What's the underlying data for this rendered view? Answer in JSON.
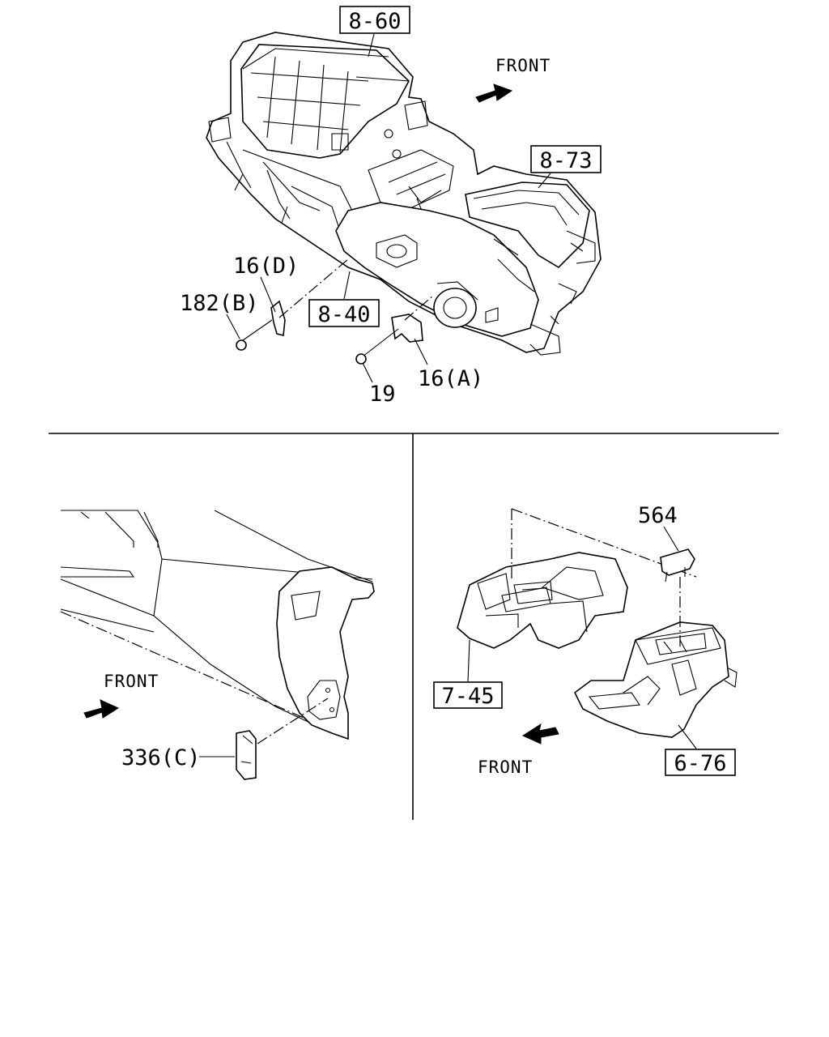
{
  "figure": {
    "top_panel": {
      "front_label": "FRONT",
      "ref_labels": {
        "r860": "8-60",
        "r873": "8-73",
        "r840": "8-40"
      },
      "part_labels": {
        "p16d": "16(D)",
        "p182b": "182(B)",
        "p19": "19",
        "p16a": "16(A)"
      }
    },
    "bottom_left_panel": {
      "front_label": "FRONT",
      "part_labels": {
        "p336c": "336(C)"
      }
    },
    "bottom_right_panel": {
      "front_label": "FRONT",
      "ref_labels": {
        "r745": "7-45",
        "r676": "6-76"
      },
      "part_labels": {
        "p564": "564"
      }
    }
  }
}
